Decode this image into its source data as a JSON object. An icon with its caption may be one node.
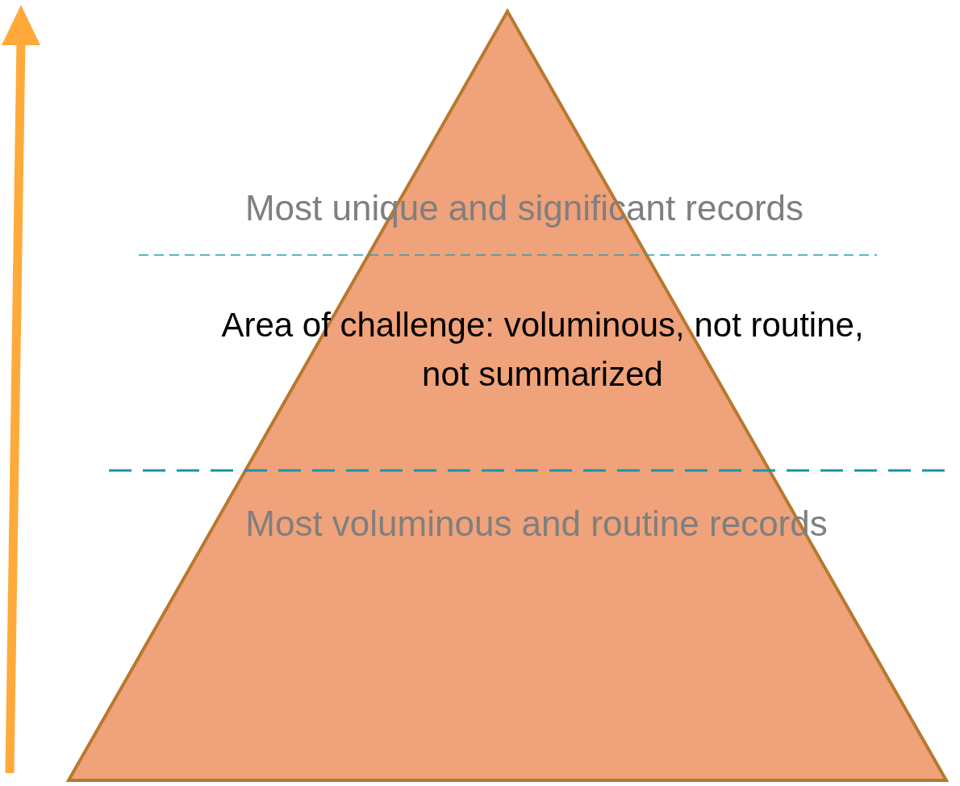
{
  "diagram": {
    "labels": [
      "Most unique and significant records",
      "Area of challenge: voluminous, not routine, not summarized",
      "Most voluminous and routine records"
    ]
  }
}
